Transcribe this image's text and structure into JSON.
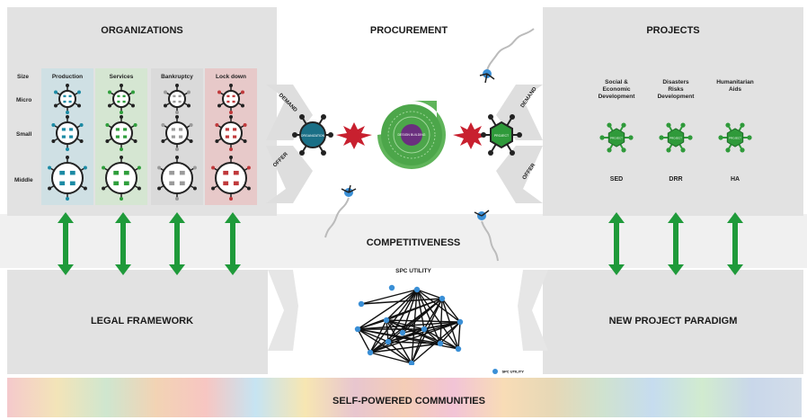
{
  "organizations": {
    "title": "ORGANIZATIONS",
    "header_size": "Size",
    "columns": [
      {
        "label": "Production",
        "bg": "#cfe0e4",
        "color": "#1b8aa4"
      },
      {
        "label": "Services",
        "bg": "#d5e6d2",
        "color": "#2e9e3b"
      },
      {
        "label": "Bankruptcy",
        "bg": "#dadada",
        "color": "#9a9a9a"
      },
      {
        "label": "Lock down",
        "bg": "#e7c9c9",
        "color": "#c0393b"
      }
    ],
    "rows": [
      "Micro",
      "Small",
      "Middle"
    ]
  },
  "procurement": {
    "title": "PROCUREMENT",
    "organization_label": "ORGANIZATION",
    "project_label": "PROJECT",
    "center_label": "DESIGN BUILDING",
    "left_demand": "DEMAND",
    "left_offer": "OFFER",
    "right_demand": "DEMAND",
    "right_offer": "OFFER"
  },
  "projects": {
    "title": "PROJECTS",
    "items": [
      {
        "label_lines": [
          "Social &",
          "Economic",
          "Development"
        ],
        "abbr": "SED",
        "node": "PROJECT"
      },
      {
        "label_lines": [
          "Disasters",
          "Risks",
          "Development"
        ],
        "abbr": "DRR",
        "node": "PROJECT"
      },
      {
        "label_lines": [
          "Humanitarian",
          "Aids"
        ],
        "abbr": "HA",
        "node": "PROJECT"
      }
    ]
  },
  "competitiveness": {
    "title": "COMPETITIVENESS",
    "network_title": "SPC UTILITY",
    "legend_label": "SPC UTILITY"
  },
  "legal_framework": {
    "title": "LEGAL FRAMEWORK"
  },
  "new_paradigm": {
    "title": "NEW PROJECT PARADIGM"
  },
  "footer": {
    "title": "SELF-POWERED COMMUNITIES"
  },
  "colors": {
    "panel": "#e2e2e2",
    "arrow": "#1f9a3a",
    "node": "#3a8fd6",
    "burst": "#c8202f",
    "hex": "#2f9a3a"
  }
}
